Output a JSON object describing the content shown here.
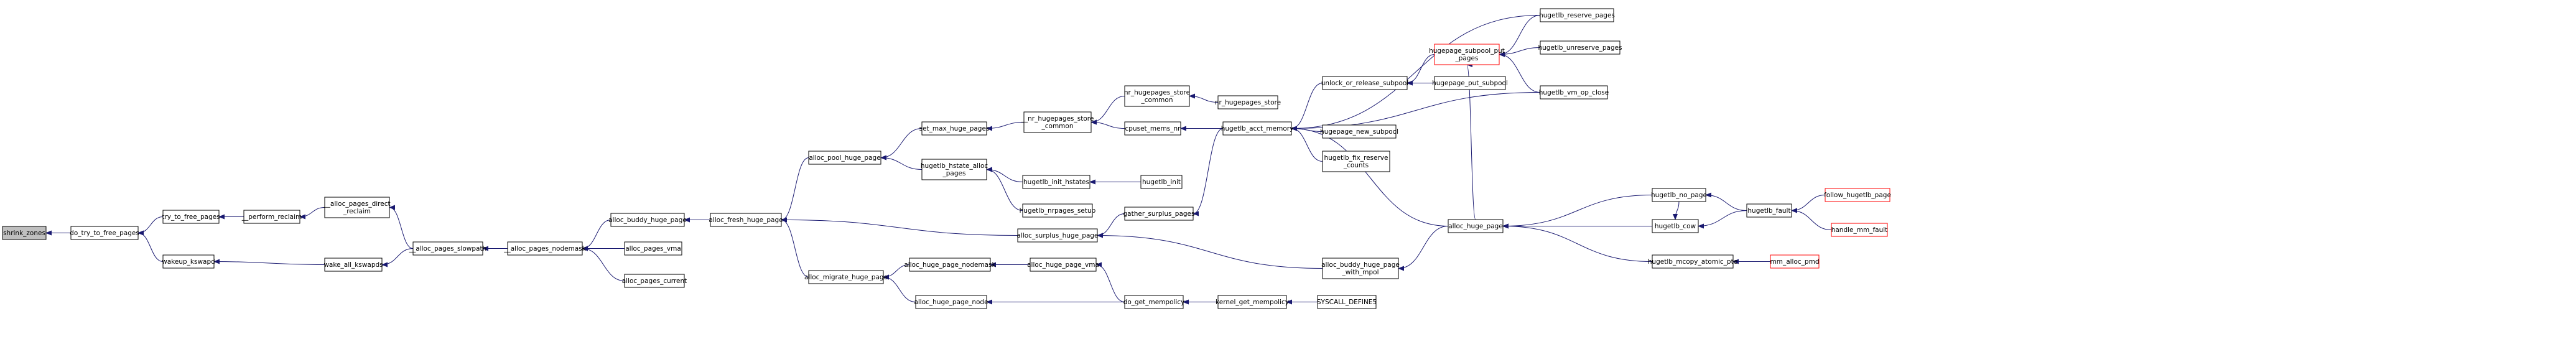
{
  "graph": {
    "colors": {
      "node_fill": "#ffffff",
      "node_stroke": "#000000",
      "root_fill": "#bfbfbf",
      "link_red_stroke": "#ff0000",
      "edge": "#191970"
    },
    "nodes": [
      {
        "id": "shrink_zones",
        "label": "shrink_zones",
        "style": "root"
      },
      {
        "id": "do_try_to_free_pages",
        "label": "do_try_to_free_pages",
        "style": "normal"
      },
      {
        "id": "try_to_free_pages",
        "label": "try_to_free_pages",
        "style": "normal"
      },
      {
        "id": "wakeup_kswapd",
        "label": "wakeup_kswapd",
        "style": "normal"
      },
      {
        "id": "perform_reclaim",
        "label": "__perform_reclaim",
        "style": "normal"
      },
      {
        "id": "wake_all_kswapds",
        "label": "wake_all_kswapds",
        "style": "normal"
      },
      {
        "id": "alloc_pages_direct_reclaim",
        "label": [
          "__alloc_pages_direct",
          "_reclaim"
        ],
        "style": "normal"
      },
      {
        "id": "alloc_pages_slowpath",
        "label": "__alloc_pages_slowpath",
        "style": "normal"
      },
      {
        "id": "alloc_pages_nodemask",
        "label": "__alloc_pages_nodemask",
        "style": "normal"
      },
      {
        "id": "alloc_buddy_huge_page",
        "label": "alloc_buddy_huge_page",
        "style": "normal"
      },
      {
        "id": "alloc_pages_vma",
        "label": "alloc_pages_vma",
        "style": "normal"
      },
      {
        "id": "alloc_pages_current",
        "label": "alloc_pages_current",
        "style": "normal"
      },
      {
        "id": "alloc_fresh_huge_page",
        "label": "alloc_fresh_huge_page",
        "style": "normal"
      },
      {
        "id": "alloc_pool_huge_page",
        "label": "alloc_pool_huge_page",
        "style": "normal"
      },
      {
        "id": "alloc_migrate_huge_page",
        "label": "alloc_migrate_huge_page",
        "style": "normal"
      },
      {
        "id": "set_max_huge_pages",
        "label": "set_max_huge_pages",
        "style": "normal"
      },
      {
        "id": "hugetlb_hstate_alloc_pages",
        "label": [
          "hugetlb_hstate_alloc",
          "_pages"
        ],
        "style": "normal"
      },
      {
        "id": "alloc_huge_page_nodemask",
        "label": "alloc_huge_page_nodemask",
        "style": "normal"
      },
      {
        "id": "alloc_huge_page_node",
        "label": "alloc_huge_page_node",
        "style": "normal"
      },
      {
        "id": "nr_hugepages_store_common",
        "label": [
          "__nr_hugepages_store",
          "_common"
        ],
        "style": "normal"
      },
      {
        "id": "hugetlb_init_hstates",
        "label": "hugetlb_init_hstates",
        "style": "normal"
      },
      {
        "id": "hugetlb_nrpages_setup",
        "label": "hugetlb_nrpages_setup",
        "style": "normal"
      },
      {
        "id": "alloc_surplus_huge_page",
        "label": "alloc_surplus_huge_page",
        "style": "normal"
      },
      {
        "id": "alloc_huge_page_vma",
        "label": "alloc_huge_page_vma",
        "style": "normal"
      },
      {
        "id": "nr_hugepages_store_common2",
        "label": [
          "nr_hugepages_store",
          "_common"
        ],
        "style": "normal"
      },
      {
        "id": "cpuset_mems_nr",
        "label": "cpuset_mems_nr",
        "style": "normal"
      },
      {
        "id": "hugetlb_init",
        "label": "hugetlb_init",
        "style": "normal"
      },
      {
        "id": "gather_surplus_pages",
        "label": "gather_surplus_pages",
        "style": "normal"
      },
      {
        "id": "do_get_mempolicy",
        "label": "do_get_mempolicy",
        "style": "normal"
      },
      {
        "id": "nr_hugepages_store",
        "label": "nr_hugepages_store",
        "style": "normal"
      },
      {
        "id": "hugetlb_acct_memory",
        "label": "hugetlb_acct_memory",
        "style": "normal"
      },
      {
        "id": "kernel_get_mempolicy",
        "label": "kernel_get_mempolicy",
        "style": "normal"
      },
      {
        "id": "syscall_define5",
        "label": "SYSCALL_DEFINE5",
        "style": "normal"
      },
      {
        "id": "unlock_or_release_subpool",
        "label": "unlock_or_release_subpool",
        "style": "normal"
      },
      {
        "id": "hugepage_new_subpool",
        "label": "hugepage_new_subpool",
        "style": "normal"
      },
      {
        "id": "hugetlb_fix_reserve_counts",
        "label": [
          "hugetlb_fix_reserve",
          "_counts"
        ],
        "style": "normal"
      },
      {
        "id": "alloc_buddy_huge_page_with_mpol",
        "label": [
          "alloc_buddy_huge_page",
          "_with_mpol"
        ],
        "style": "normal"
      },
      {
        "id": "hugepage_subpool_put_pages",
        "label": [
          "hugepage_subpool_put",
          "_pages"
        ],
        "style": "red"
      },
      {
        "id": "hugepage_put_subpool",
        "label": "hugepage_put_subpool",
        "style": "normal"
      },
      {
        "id": "alloc_huge_page",
        "label": "alloc_huge_page",
        "style": "normal"
      },
      {
        "id": "hugetlb_reserve_pages",
        "label": "hugetlb_reserve_pages",
        "style": "normal"
      },
      {
        "id": "hugetlb_unreserve_pages",
        "label": "hugetlb_unreserve_pages",
        "style": "normal"
      },
      {
        "id": "hugetlb_vm_op_close",
        "label": "hugetlb_vm_op_close",
        "style": "normal"
      },
      {
        "id": "hugetlb_no_page",
        "label": "hugetlb_no_page",
        "style": "normal"
      },
      {
        "id": "hugetlb_cow",
        "label": "hugetlb_cow",
        "style": "normal"
      },
      {
        "id": "hugetlb_mcopy_atomic_pte",
        "label": "hugetlb_mcopy_atomic_pte",
        "style": "normal"
      },
      {
        "id": "hugetlb_fault",
        "label": "hugetlb_fault",
        "style": "normal"
      },
      {
        "id": "mm_alloc_pmd",
        "label": "mm_alloc_pmd",
        "style": "red"
      },
      {
        "id": "follow_hugetlb_page",
        "label": "follow_hugetlb_page",
        "style": "red"
      },
      {
        "id": "handle_mm_fault",
        "label": "handle_mm_fault",
        "style": "red"
      }
    ],
    "edges": [
      {
        "from": "do_try_to_free_pages",
        "to": "shrink_zones"
      },
      {
        "from": "try_to_free_pages",
        "to": "do_try_to_free_pages"
      },
      {
        "from": "wakeup_kswapd",
        "to": "do_try_to_free_pages"
      },
      {
        "from": "perform_reclaim",
        "to": "try_to_free_pages"
      },
      {
        "from": "wake_all_kswapds",
        "to": "wakeup_kswapd"
      },
      {
        "from": "alloc_pages_direct_reclaim",
        "to": "perform_reclaim"
      },
      {
        "from": "alloc_pages_slowpath",
        "to": "alloc_pages_direct_reclaim"
      },
      {
        "from": "alloc_pages_slowpath",
        "to": "wake_all_kswapds"
      },
      {
        "from": "alloc_pages_nodemask",
        "to": "alloc_pages_slowpath"
      },
      {
        "from": "alloc_buddy_huge_page",
        "to": "alloc_pages_nodemask"
      },
      {
        "from": "alloc_pages_vma",
        "to": "alloc_pages_nodemask"
      },
      {
        "from": "alloc_pages_current",
        "to": "alloc_pages_nodemask"
      },
      {
        "from": "alloc_fresh_huge_page",
        "to": "alloc_buddy_huge_page"
      },
      {
        "from": "alloc_pool_huge_page",
        "to": "alloc_fresh_huge_page"
      },
      {
        "from": "alloc_surplus_huge_page",
        "to": "alloc_fresh_huge_page"
      },
      {
        "from": "alloc_migrate_huge_page",
        "to": "alloc_fresh_huge_page"
      },
      {
        "from": "set_max_huge_pages",
        "to": "alloc_pool_huge_page"
      },
      {
        "from": "hugetlb_hstate_alloc_pages",
        "to": "alloc_pool_huge_page"
      },
      {
        "from": "alloc_huge_page_nodemask",
        "to": "alloc_migrate_huge_page"
      },
      {
        "from": "alloc_huge_page_node",
        "to": "alloc_migrate_huge_page"
      },
      {
        "from": "nr_hugepages_store_common",
        "to": "set_max_huge_pages"
      },
      {
        "from": "hugetlb_init_hstates",
        "to": "hugetlb_hstate_alloc_pages"
      },
      {
        "from": "hugetlb_nrpages_setup",
        "to": "hugetlb_hstate_alloc_pages"
      },
      {
        "from": "alloc_huge_page_vma",
        "to": "alloc_huge_page_nodemask"
      },
      {
        "from": "do_get_mempolicy",
        "to": "alloc_huge_page_node"
      },
      {
        "from": "nr_hugepages_store_common2",
        "to": "nr_hugepages_store_common"
      },
      {
        "from": "cpuset_mems_nr",
        "to": "nr_hugepages_store_common"
      },
      {
        "from": "hugetlb_init",
        "to": "hugetlb_init_hstates"
      },
      {
        "from": "gather_surplus_pages",
        "to": "alloc_surplus_huge_page"
      },
      {
        "from": "alloc_buddy_huge_page_with_mpol",
        "to": "alloc_surplus_huge_page"
      },
      {
        "from": "do_get_mempolicy",
        "to": "alloc_huge_page_vma"
      },
      {
        "from": "nr_hugepages_store",
        "to": "nr_hugepages_store_common2"
      },
      {
        "from": "hugetlb_acct_memory",
        "to": "cpuset_mems_nr"
      },
      {
        "from": "hugetlb_acct_memory",
        "to": "gather_surplus_pages"
      },
      {
        "from": "kernel_get_mempolicy",
        "to": "do_get_mempolicy"
      },
      {
        "from": "syscall_define5",
        "to": "kernel_get_mempolicy"
      },
      {
        "from": "unlock_or_release_subpool",
        "to": "hugetlb_acct_memory"
      },
      {
        "from": "hugepage_new_subpool",
        "to": "hugetlb_acct_memory"
      },
      {
        "from": "hugetlb_fix_reserve_counts",
        "to": "hugetlb_acct_memory"
      },
      {
        "from": "hugetlb_reserve_pages",
        "to": "hugetlb_acct_memory"
      },
      {
        "from": "hugetlb_vm_op_close",
        "to": "hugetlb_acct_memory"
      },
      {
        "from": "alloc_huge_page",
        "to": "hugetlb_acct_memory"
      },
      {
        "from": "alloc_huge_page",
        "to": "alloc_buddy_huge_page_with_mpol"
      },
      {
        "from": "hugepage_subpool_put_pages",
        "to": "unlock_or_release_subpool"
      },
      {
        "from": "hugepage_put_subpool",
        "to": "unlock_or_release_subpool"
      },
      {
        "from": "hugetlb_reserve_pages",
        "to": "hugepage_subpool_put_pages"
      },
      {
        "from": "hugetlb_unreserve_pages",
        "to": "hugepage_subpool_put_pages"
      },
      {
        "from": "hugetlb_vm_op_close",
        "to": "hugepage_subpool_put_pages"
      },
      {
        "from": "alloc_huge_page",
        "to": "hugepage_subpool_put_pages"
      },
      {
        "from": "hugetlb_no_page",
        "to": "alloc_huge_page"
      },
      {
        "from": "hugetlb_cow",
        "to": "alloc_huge_page"
      },
      {
        "from": "hugetlb_mcopy_atomic_pte",
        "to": "alloc_huge_page"
      },
      {
        "from": "hugetlb_fault",
        "to": "hugetlb_no_page"
      },
      {
        "from": "hugetlb_fault",
        "to": "hugetlb_cow"
      },
      {
        "from": "hugetlb_no_page",
        "to": "hugetlb_cow"
      },
      {
        "from": "mm_alloc_pmd",
        "to": "hugetlb_mcopy_atomic_pte"
      },
      {
        "from": "follow_hugetlb_page",
        "to": "hugetlb_fault"
      },
      {
        "from": "handle_mm_fault",
        "to": "hugetlb_fault"
      }
    ]
  }
}
